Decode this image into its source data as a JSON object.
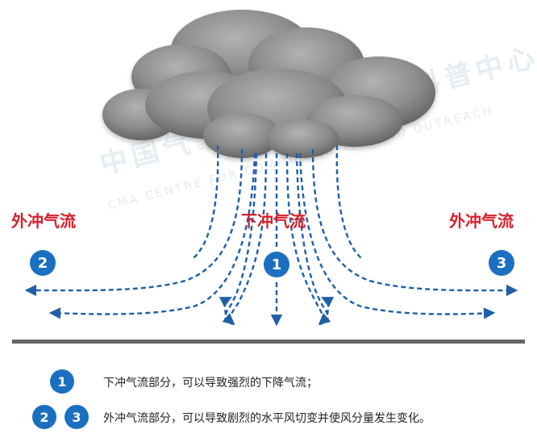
{
  "labels": {
    "outflow_left": "外冲气流",
    "downburst": "下冲气流",
    "outflow_right": "外冲气流"
  },
  "badges": {
    "one": "1",
    "two": "2",
    "three": "3"
  },
  "legend": {
    "row1_badge": "1",
    "row1_text": "下冲气流部分，可以导致强烈的下降气流；",
    "row2_badge_a": "2",
    "row2_badge_b": "3",
    "row2_text": "外冲气流部分，可以导致剧烈的水平风切变并使风分量发生变化。"
  },
  "watermark": {
    "cn": "中国气象局气象宣传与科普中心",
    "en": "CMA CENTRE FOR COMMUNICATION AND OUTREACH"
  },
  "colors": {
    "accent_red": "#d7202c",
    "badge_blue": "#1a6fc0",
    "arrow_blue": "#1f5fa8",
    "cloud_gray": "#8a8a8a",
    "ground": "#666666"
  }
}
